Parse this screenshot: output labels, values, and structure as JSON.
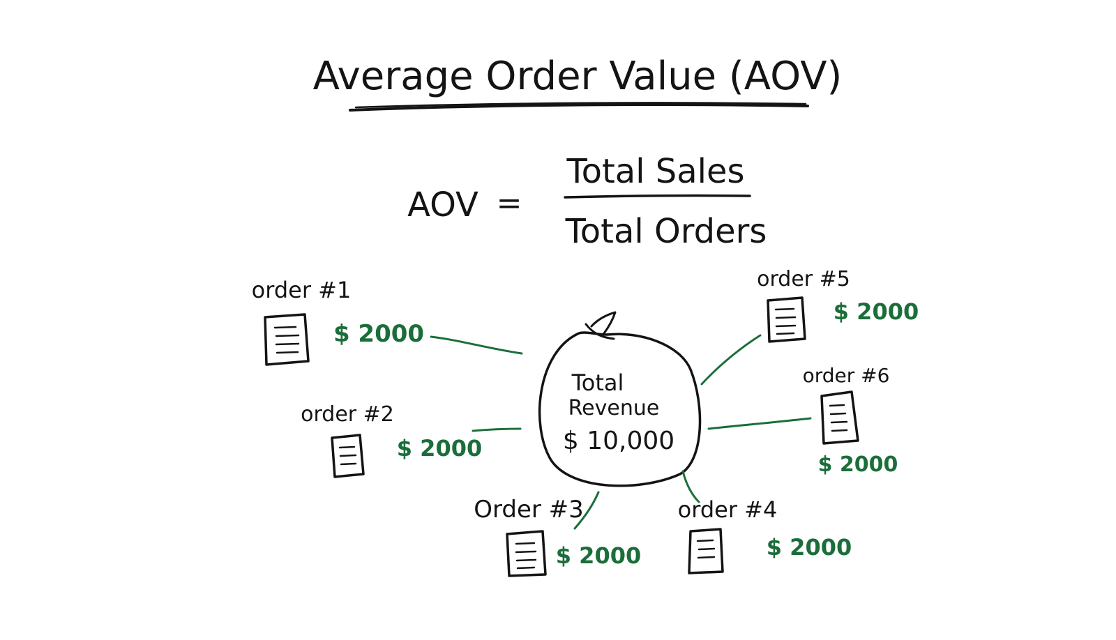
{
  "title": "Average Order Value (AOV)",
  "formula": {
    "lhs": "AOV",
    "equals": "=",
    "numerator": "Total Sales",
    "denominator": "Total Orders"
  },
  "center": {
    "line1": "Total",
    "line2": "Revenue",
    "amount": "$ 10,000"
  },
  "orders": [
    {
      "label": "order #1",
      "amount": "$ 2000"
    },
    {
      "label": "order #2",
      "amount": "$ 2000"
    },
    {
      "label": "Order #3",
      "amount": "$ 2000"
    },
    {
      "label": "order #4",
      "amount": "$ 2000"
    },
    {
      "label": "order #5",
      "amount": "$ 2000"
    },
    {
      "label": "order #6",
      "amount": "$ 2000"
    }
  ],
  "colors": {
    "ink": "#141414",
    "money": "#1b6e3a",
    "bag": "#f8c98a"
  },
  "icons": {
    "order": "receipt-icon",
    "center": "money-bag-icon"
  }
}
